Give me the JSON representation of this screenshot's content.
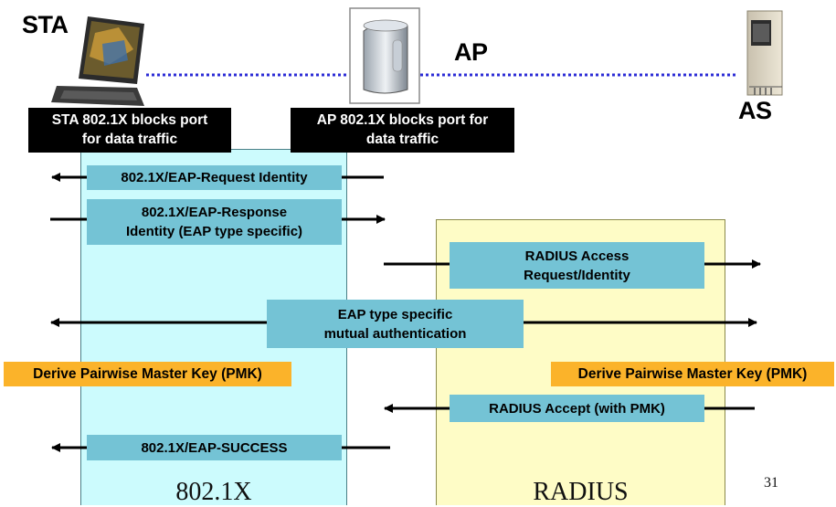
{
  "nodes": {
    "sta": "STA",
    "ap": "AP",
    "as": "AS"
  },
  "notes": {
    "sta_block": "STA 802.1X blocks port\nfor data traffic",
    "ap_block": "AP 802.1X blocks port for\ndata traffic"
  },
  "messages": {
    "m1": "802.1X/EAP-Request Identity",
    "m2": "802.1X/EAP-Response\nIdentity (EAP type specific)",
    "m3": "RADIUS Access\nRequest/Identity",
    "m4": "EAP type specific\nmutual authentication",
    "m5": "RADIUS Accept (with PMK)",
    "m6": "802.1X/EAP-SUCCESS"
  },
  "derive": {
    "left": "Derive Pairwise Master Key (PMK)",
    "right": "Derive Pairwise Master Key (PMK)"
  },
  "regions": {
    "left": "802.1X",
    "right": "RADIUS"
  },
  "page_number": "31",
  "colors": {
    "message_box": "#74c3d5",
    "region_8021x": "#ccfbfd",
    "region_radius": "#fefcc6",
    "derive_box": "#fbb32a",
    "link_dotted": "#2b2bd6"
  }
}
